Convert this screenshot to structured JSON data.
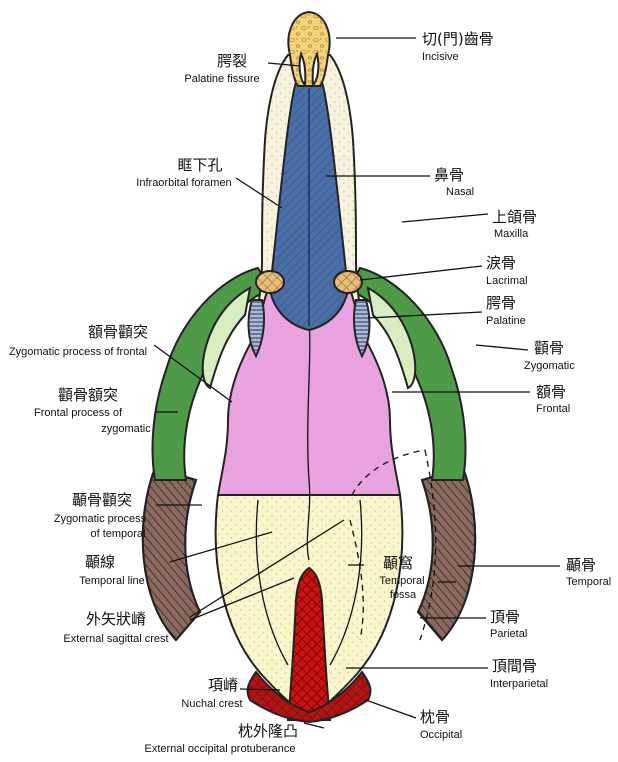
{
  "labels": {
    "incisive": {
      "cn": "切(門)齒骨",
      "en": "Incisive"
    },
    "palatine_fissure": {
      "cn": "腭裂",
      "en": "Palatine fissure"
    },
    "infraorbital_foramen": {
      "cn": "眶下孔",
      "en": "Infraorbital foramen"
    },
    "nasal": {
      "cn": "鼻骨",
      "en": "Nasal"
    },
    "maxilla": {
      "cn": "上頜骨",
      "en": "Maxilla"
    },
    "lacrimal": {
      "cn": "淚骨",
      "en": "Lacrimal"
    },
    "palatine": {
      "cn": "腭骨",
      "en": "Palatine"
    },
    "zygomatic": {
      "cn": "顴骨",
      "en": "Zygomatic"
    },
    "zygomatic_process_frontal": {
      "cn": "額骨顴突",
      "en": "Zygomatic process of frontal"
    },
    "frontal": {
      "cn": "額骨",
      "en": "Frontal"
    },
    "frontal_process_zygomatic": {
      "cn": "顴骨額突",
      "en1": "Frontal process of",
      "en2": "zygomatic"
    },
    "zygomatic_process_temporal": {
      "cn": "顳骨顴突",
      "en1": "Zygomatic process",
      "en2": "of temporal"
    },
    "temporal_line": {
      "cn": "顳線",
      "en": "Temporal line"
    },
    "temporal_fossa": {
      "cn": "顳窩",
      "en1": "Temporal",
      "en2": "fossa"
    },
    "temporal": {
      "cn": "顳骨",
      "en": "Temporal"
    },
    "external_sagittal_crest": {
      "cn": "外矢狀嵴",
      "en": "External sagittal crest"
    },
    "parietal": {
      "cn": "頂骨",
      "en": "Parietal"
    },
    "interparietal": {
      "cn": "頂間骨",
      "en": "Interparietal"
    },
    "nuchal_crest": {
      "cn": "項嵴",
      "en": "Nuchal crest"
    },
    "occipital": {
      "cn": "枕骨",
      "en": "Occipital"
    },
    "external_occipital_protuberance": {
      "cn": "枕外隆凸",
      "en": "External occipital protuberance"
    }
  },
  "colors": {
    "incisive": "#f3d27a",
    "maxilla": "#f7f3df",
    "nasal": "#4a6fa8",
    "frontal": "#e8a3e0",
    "zygomatic": "#4f9a48",
    "zygomatic_light": "#d9ecc2",
    "lacrimal": "#e7c07a",
    "palatine": "#a9b9e4",
    "temporal": "#8a6a60",
    "parietal": "#fbf5cb",
    "interparietal": "#cc1111",
    "occipital": "#b01515",
    "outline": "#222222"
  }
}
